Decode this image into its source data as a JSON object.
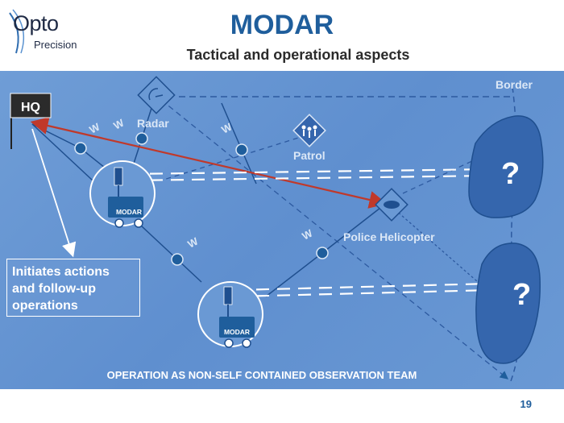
{
  "logo": {
    "main": "Opto",
    "sub": "Precision"
  },
  "title": "MODAR",
  "subtitle": "Tactical and operational aspects",
  "diagram": {
    "hq_label": "HQ",
    "radar_label": "Radar",
    "patrol_label": "Patrol",
    "helicopter_label": "Police Helicopter",
    "border_label": "Border",
    "modar_label": "MODAR",
    "w_label": "W",
    "question": "?",
    "initiates_lines": [
      "Initiates actions",
      "and follow-up",
      "operations"
    ],
    "caption": "OPERATION AS NON-SELF CONTAINED OBSERVATION TEAM"
  },
  "page_number": "19",
  "colors": {
    "title": "#1f5e9c",
    "background": "#6a99d4",
    "node": "#1f5e9c",
    "arrow": "#c0392b",
    "white": "#ffffff"
  }
}
